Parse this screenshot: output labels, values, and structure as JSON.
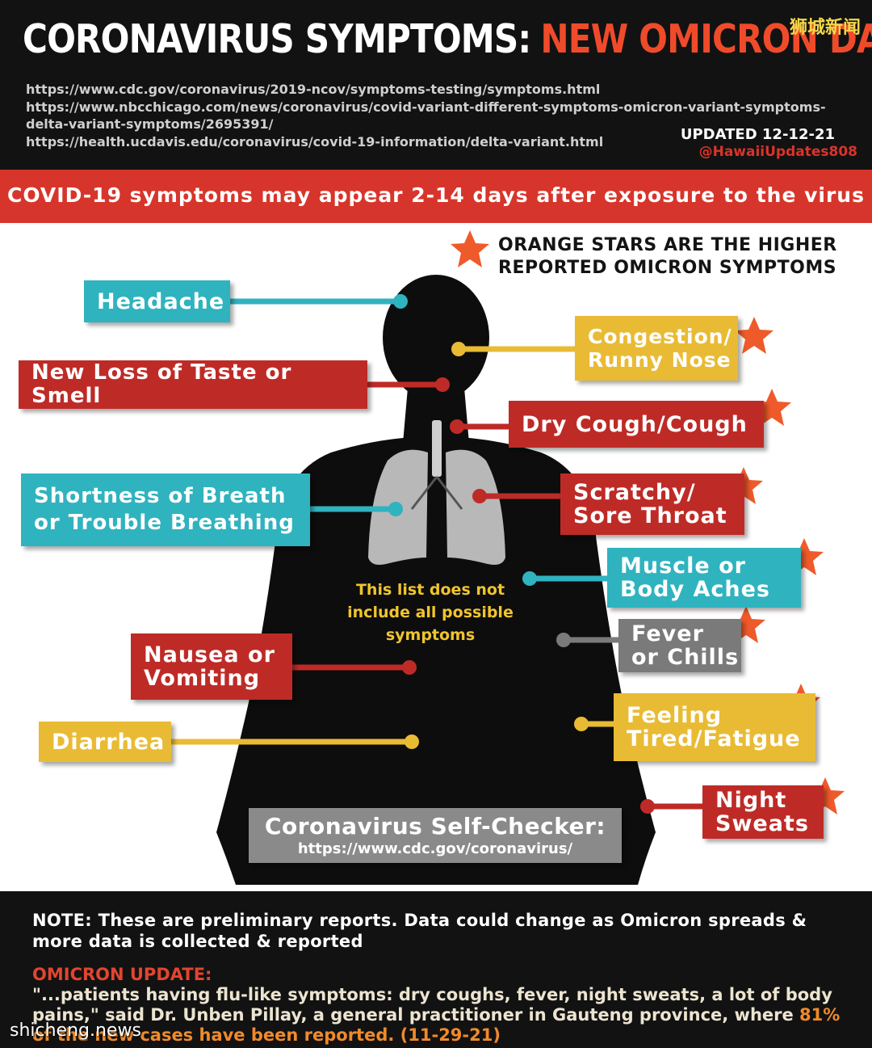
{
  "header": {
    "title_white": "CORONAVIRUS SYMPTOMS:",
    "title_orange": "NEW OMICRON DATA",
    "watermark": "狮城新闻",
    "urls": [
      "https://www.cdc.gov/coronavirus/2019-ncov/symptoms-testing/symptoms.html",
      "https://www.nbcchicago.com/news/coronavirus/covid-variant-different-symptoms-omicron-variant-symptoms-delta-variant-symptoms/2695391/",
      "https://health.ucdavis.edu/coronavirus/covid-19-information/delta-variant.html"
    ],
    "updated": "UPDATED 12-12-21",
    "handle": "@HawaiiUpdates808"
  },
  "banner": {
    "text": "COVID-19 symptoms may appear 2-14 days after exposure to the virus"
  },
  "legend": {
    "line1": "ORANGE STARS ARE THE HIGHER",
    "line2": "REPORTED OMICRON SYMPTOMS"
  },
  "symptoms": {
    "headache": "Headache",
    "taste_smell": "New Loss of Taste or Smell",
    "breath": "Shortness of Breath\nor Trouble Breathing",
    "nausea": "Nausea or\nVomiting",
    "diarrhea": "Diarrhea",
    "congestion": "Congestion/\nRunny Nose",
    "cough": "Dry Cough/Cough",
    "throat": "Scratchy/\nSore Throat",
    "muscle": "Muscle or\nBody Aches",
    "fever": "Fever\nor Chills",
    "fatigue": "Feeling\nTired/Fatigue",
    "sweats": "Night\nSweats"
  },
  "disclaimer": "This list does not include all possible symptoms",
  "checker": {
    "title": "Coronavirus Self-Checker:",
    "url": "https://www.cdc.gov/coronavirus/"
  },
  "footer": {
    "note": "NOTE: These are preliminary reports. Data could change as Omicron spreads & more data is collected & reported",
    "omicron_heading": "OMICRON UPDATE:",
    "omicron_quote": "\"...patients having flu-like symptoms: dry coughs, fever, night sweats, a lot of body pains,\" said Dr. Unben Pillay, a general practitioner in Gauteng province, where",
    "omicron_highlight": " 81% of the new cases have been reported. (11-29-21)",
    "watermark": "shicheng.news"
  },
  "colors": {
    "teal": "#2fb3bf",
    "red": "#be2b27",
    "yellow": "#e9bb34",
    "gray": "#7a7a7a",
    "star": "#ef5a2a",
    "banner": "#d7352b"
  }
}
